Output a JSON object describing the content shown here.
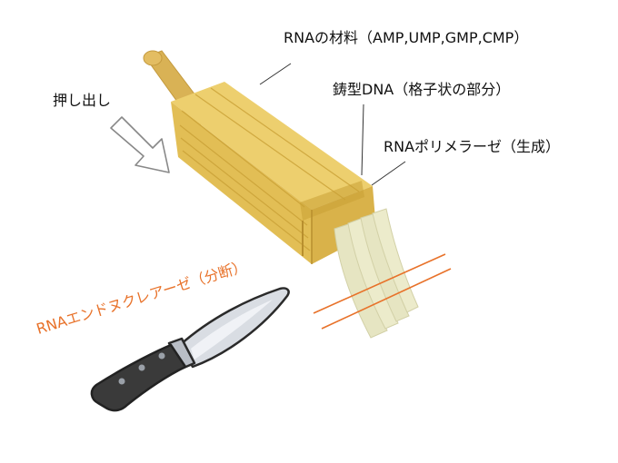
{
  "labels": {
    "materials": "RNAの材料（AMP,UMP,GMP,CMP）",
    "template": "鋳型DNA（格子状の部分）",
    "polymerase": "RNAポリメラーゼ（生成）",
    "push": "押し出し",
    "endonuclease": "RNAエンドヌクレアーゼ（分断）"
  },
  "colors": {
    "wood": "#E8C55A",
    "wood_dark": "#C9A035",
    "stick": "#D9B255",
    "strand": "#E6E5C2",
    "cut_line": "#E8722A",
    "endonuclease_text": "#E8722A",
    "knife_handle": "#3A3A3A",
    "knife_blade": "#D9DDE3"
  },
  "icons": {
    "push_arrow": "arrow-down-right-icon",
    "knife": "kitchen-knife-icon",
    "press": "wooden-noodle-press-icon"
  }
}
